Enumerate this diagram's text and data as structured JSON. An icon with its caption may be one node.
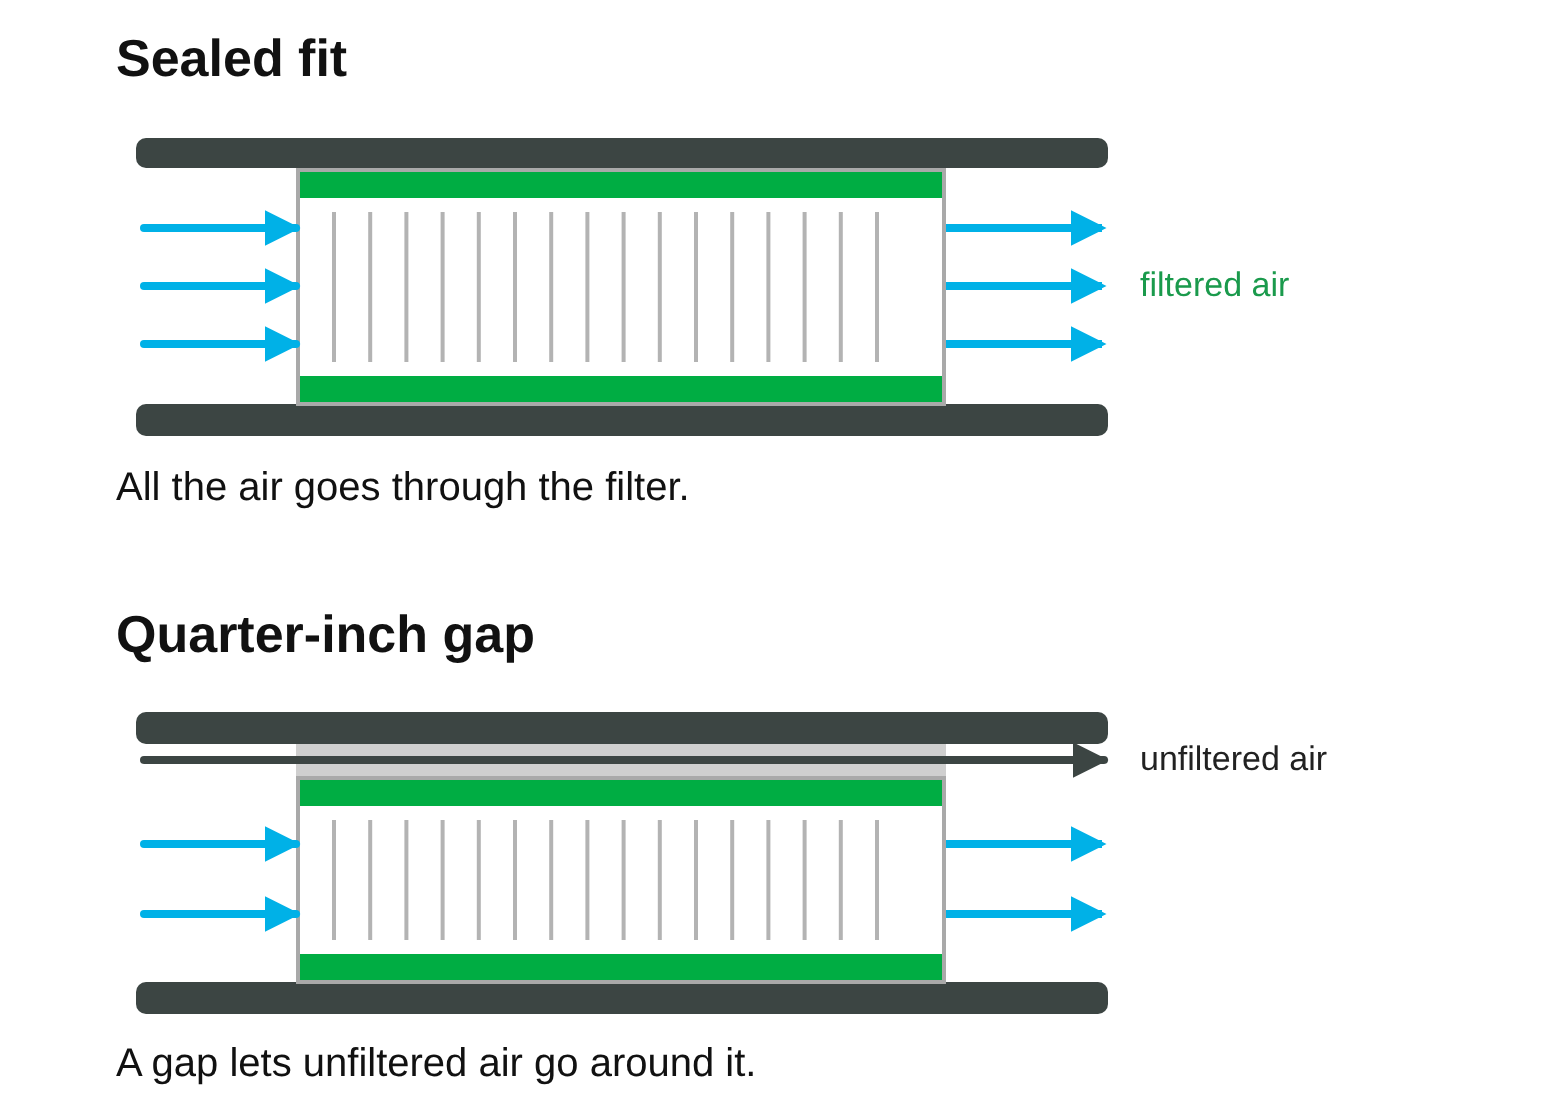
{
  "diagram": {
    "nodes": [
      {
        "text": [],
        "shape": "box"
      },
      {
        "text": [],
        "shape": "box"
      }
    ],
    "edges": [
      {
        "from": null,
        "to": 0,
        "arrow": "to"
      },
      {
        "from": null,
        "to": 0,
        "arrow": "to"
      },
      {
        "from": null,
        "to": 0,
        "arrow": "to"
      },
      {
        "from": 0,
        "to": null,
        "arrow": "to"
      },
      {
        "from": 0,
        "to": null,
        "arrow": "to"
      },
      {
        "from": 0,
        "to": null,
        "arrow": "to"
      },
      {
        "from": null,
        "to": 1,
        "arrow": "to"
      },
      {
        "from": null,
        "to": 1,
        "arrow": "to"
      },
      {
        "from": 1,
        "to": null,
        "arrow": "to"
      },
      {
        "from": 1,
        "to": null,
        "arrow": "to"
      }
    ],
    "labels": [
      "Sealed fit",
      "filtered air",
      "All the air goes through the filter.",
      "Quarter-inch gap",
      "unfiltered air",
      "A gap lets unfiltered air go around it."
    ]
  }
}
